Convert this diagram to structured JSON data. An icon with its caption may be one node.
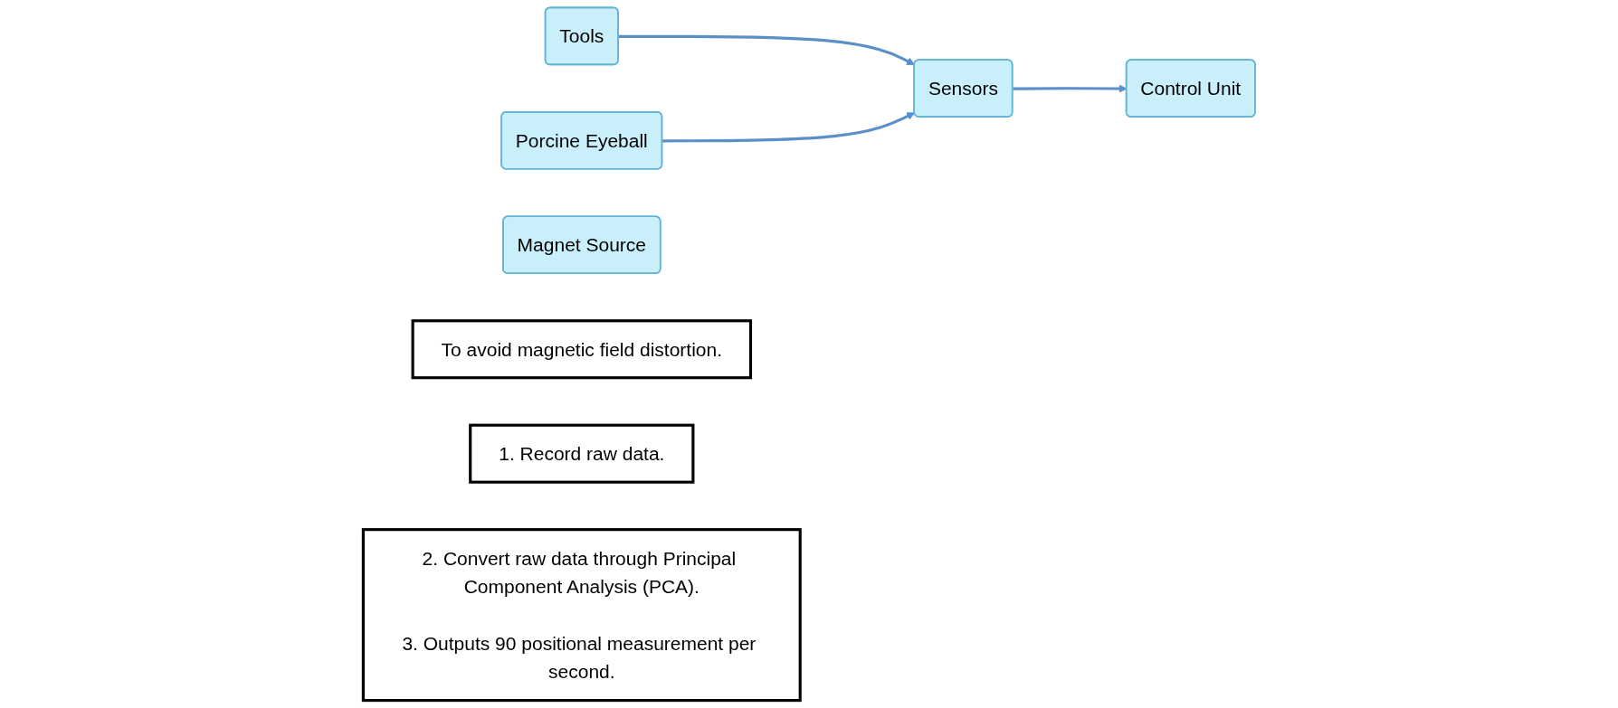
{
  "diagram": {
    "nodes": [
      {
        "text": [
          "Tools"
        ]
      },
      {
        "text": [
          "Porcine Eyeball"
        ]
      },
      {
        "text": [
          "Magnet Source"
        ]
      },
      {
        "text": [
          "To avoid magnetic field distortion."
        ]
      },
      {
        "text": [
          "Sensors"
        ]
      },
      {
        "text": [
          "1. Record raw data."
        ]
      },
      {
        "text": [
          "Control Unit"
        ]
      },
      {
        "text": [
          "2. Convert raw data through Principal Component Analysis (PCA).",
          "3. Outputs 90 positional measurement per second."
        ]
      }
    ],
    "edges": [
      {
        "from": 0,
        "to": 4,
        "arrow": "to"
      },
      {
        "from": 1,
        "to": 4,
        "arrow": "to"
      },
      {
        "from": 4,
        "to": 6,
        "arrow": "to"
      }
    ]
  }
}
